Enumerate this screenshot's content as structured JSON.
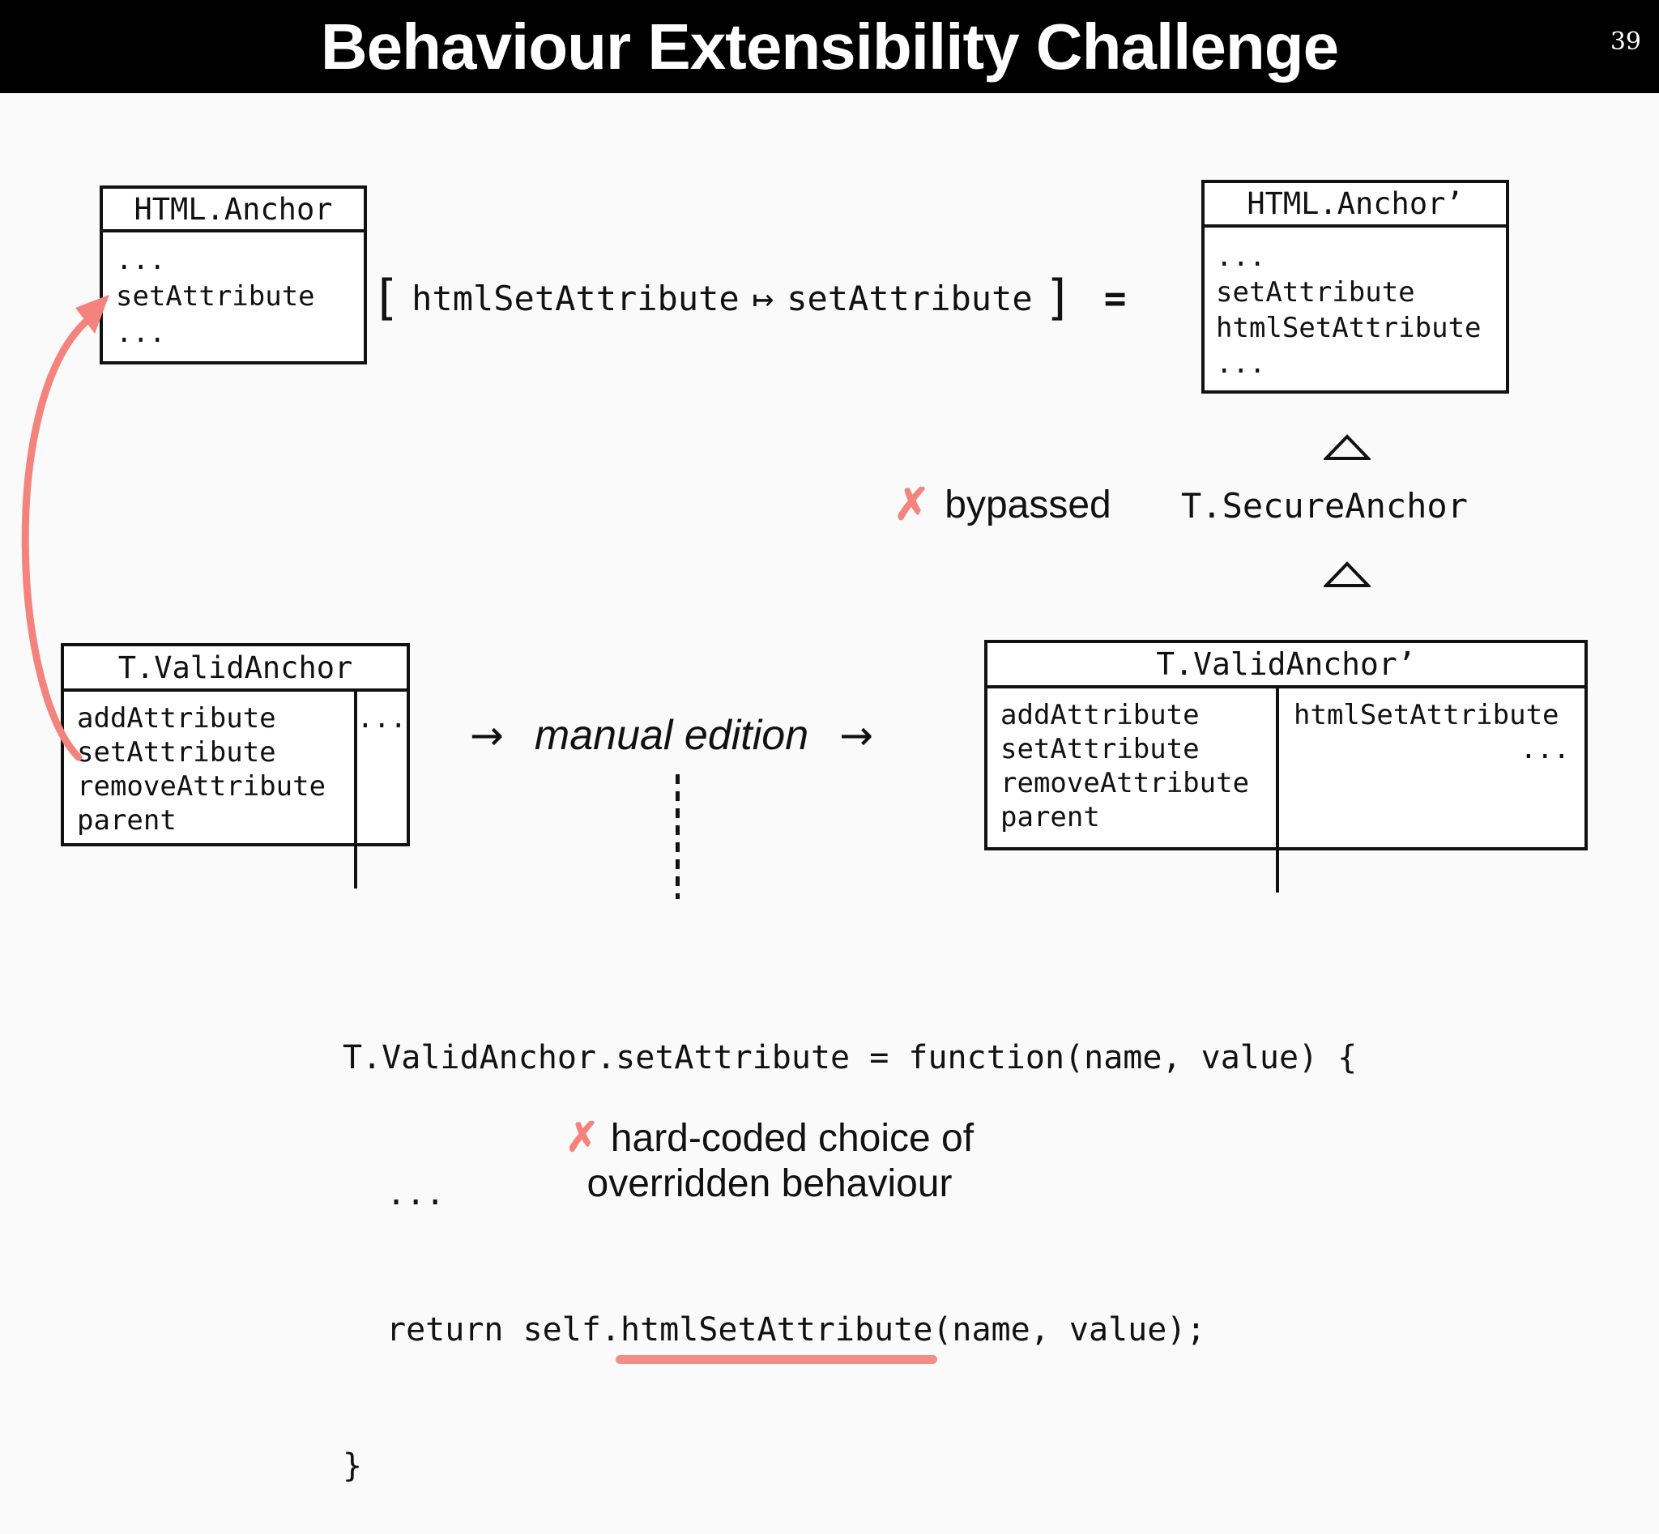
{
  "header": {
    "title": "Behaviour Extensibility Challenge",
    "page_number": "39"
  },
  "colors": {
    "accent": "#f4837d",
    "ink": "#111111",
    "header_bg": "#000000"
  },
  "boxes": {
    "html_anchor": {
      "title": "HTML.Anchor",
      "rows": [
        "...",
        "setAttribute",
        "..."
      ]
    },
    "html_anchor_prime": {
      "title": "HTML.Anchor’",
      "rows": [
        "...",
        "setAttribute",
        "htmlSetAttribute",
        "..."
      ]
    },
    "t_valid_anchor": {
      "title": "T.ValidAnchor",
      "methods": [
        "addAttribute",
        "setAttribute",
        "removeAttribute",
        "parent"
      ],
      "more": "..."
    },
    "t_valid_anchor_prime": {
      "title": "T.ValidAnchor’",
      "methods": [
        "addAttribute",
        "setAttribute",
        "removeAttribute",
        "parent"
      ],
      "added_method": "htmlSetAttribute",
      "more": "..."
    }
  },
  "expression": {
    "open": "[",
    "lhs": "htmlSetAttribute",
    "maps_to": "↦",
    "rhs": "setAttribute",
    "close": "]",
    "equals": "="
  },
  "inheritance": {
    "bypassed_cross": "✗",
    "bypassed_label": "bypassed",
    "class_name": "T.SecureAnchor"
  },
  "transform": {
    "arrow_left": "→",
    "label": "manual edition",
    "arrow_right": "→"
  },
  "code": {
    "line1": "T.ValidAnchor.setAttribute = function(name, value) {",
    "line2": "...",
    "line3_prefix": "return self.",
    "line3_highlight": "htmlSetAttribute",
    "line3_suffix": "(name, value);",
    "line4": "}"
  },
  "caption": {
    "cross": "✗",
    "line1": "hard-coded choice of",
    "line2": "overridden behaviour"
  }
}
